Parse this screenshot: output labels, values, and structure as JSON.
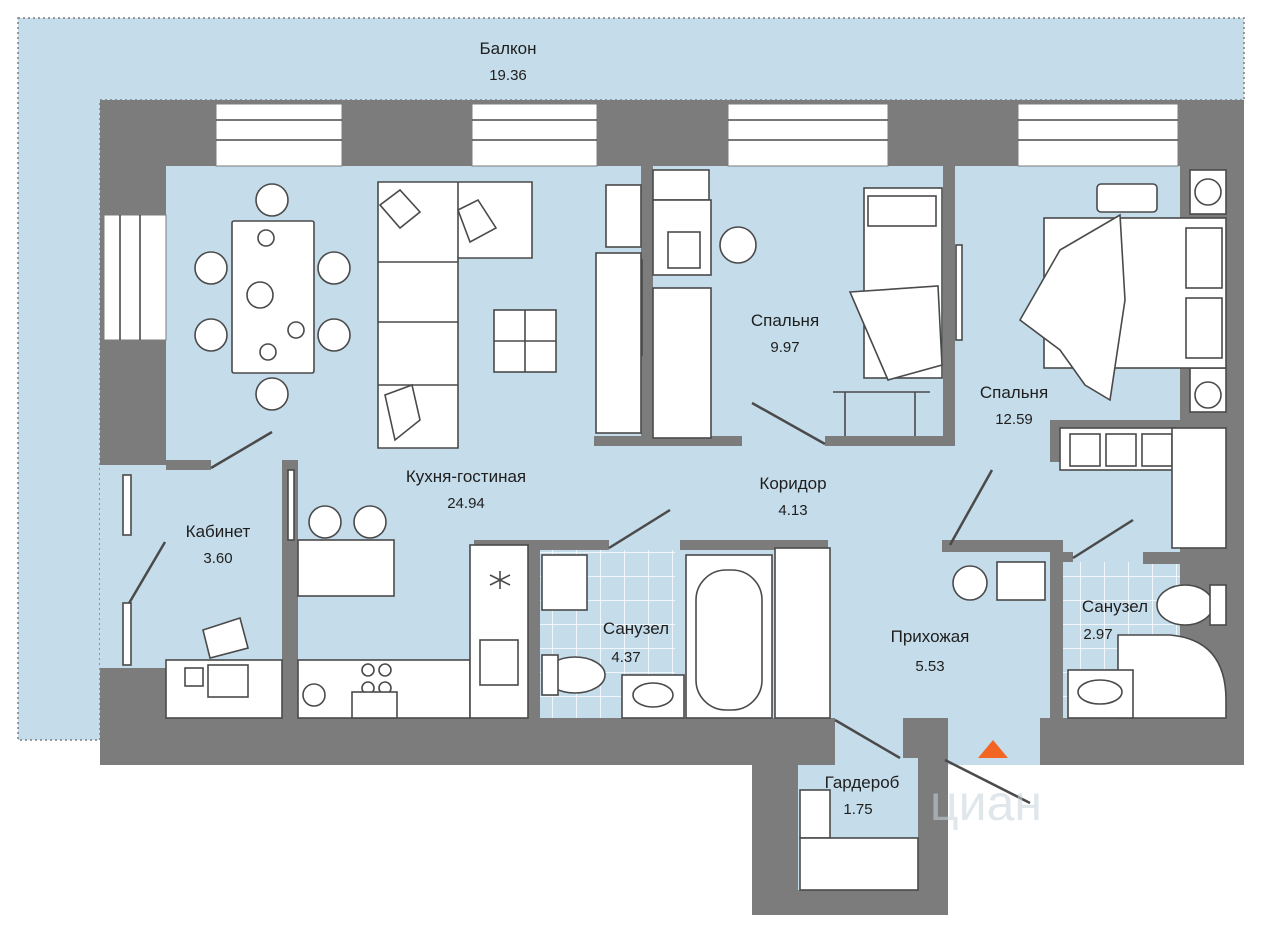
{
  "colors": {
    "floor": "#c5dcea",
    "wall": "#7c7c7c",
    "tile": "#ffffff",
    "accent": "#f26522"
  },
  "rooms": [
    {
      "id": "balcony",
      "name": "Балкон",
      "area": "19.36"
    },
    {
      "id": "kitchen",
      "name": "Кухня-гостиная",
      "area": "24.94"
    },
    {
      "id": "study",
      "name": "Кабинет",
      "area": "3.60"
    },
    {
      "id": "bedroom1",
      "name": "Спальня",
      "area": "9.97"
    },
    {
      "id": "bedroom2",
      "name": "Спальня",
      "area": "12.59"
    },
    {
      "id": "corridor",
      "name": "Коридор",
      "area": "4.13"
    },
    {
      "id": "bath1",
      "name": "Санузел",
      "area": "4.37"
    },
    {
      "id": "bath2",
      "name": "Санузел",
      "area": "2.97"
    },
    {
      "id": "hall",
      "name": "Прихожая",
      "area": "5.53"
    },
    {
      "id": "wardrobe",
      "name": "Гардероб",
      "area": "1.75"
    }
  ],
  "watermark": "циан",
  "entrance_marker": "triangle"
}
